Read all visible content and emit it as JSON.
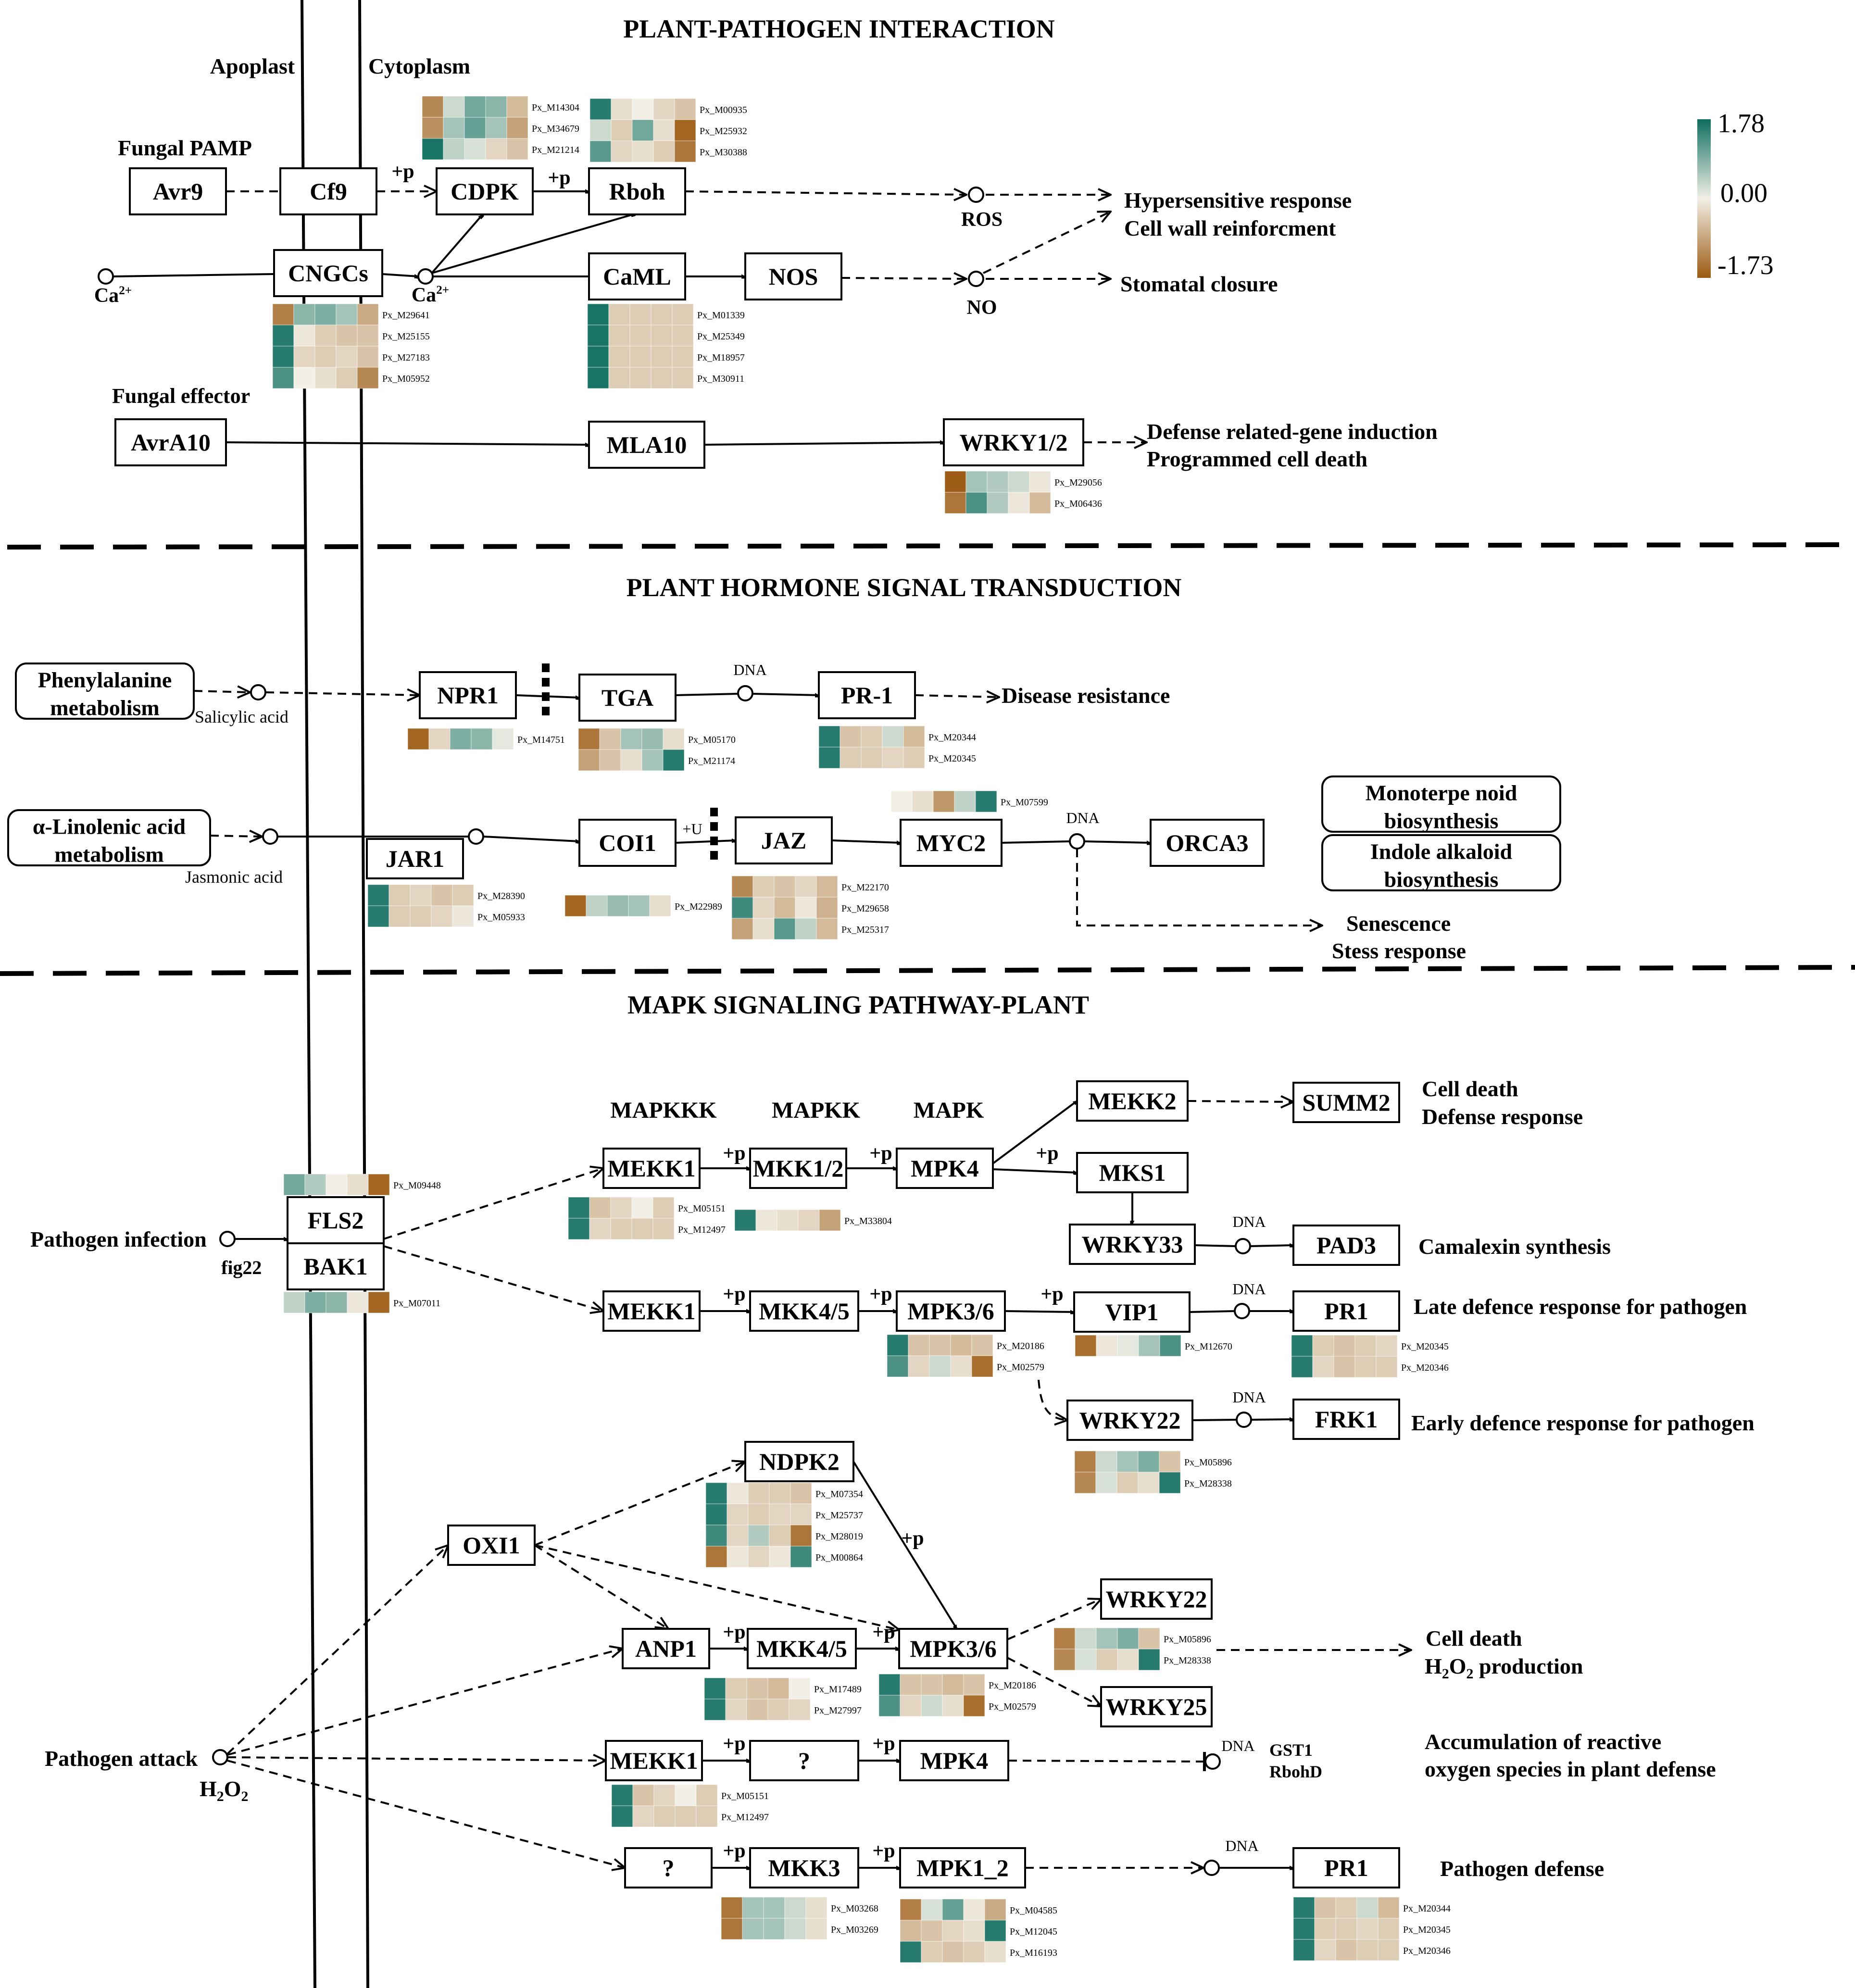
{
  "colors": {
    "high": "#0f6e60",
    "mid": "#f2efe6",
    "low": "#9c5a12",
    "stroke": "#000000"
  },
  "legend": {
    "max": "1.78",
    "mid": "0.00",
    "min": "-1.73"
  },
  "compartments": {
    "apoplast": "Apoplast",
    "cytoplasm": "Cytoplasm"
  },
  "sections": [
    {
      "id": "ppi",
      "title": "PLANT-PATHOGEN INTERACTION"
    },
    {
      "id": "hst",
      "title": "PLANT HORMONE SIGNAL TRANSDUCTION"
    },
    {
      "id": "mapk",
      "title": "MAPK SIGNALING PATHWAY-PLANT"
    }
  ],
  "nodes": [
    {
      "id": "avr9",
      "label": "Avr9"
    },
    {
      "id": "cf9",
      "label": "Cf9"
    },
    {
      "id": "cdpk",
      "label": "CDPK"
    },
    {
      "id": "rboh",
      "label": "Rboh"
    },
    {
      "id": "cngcs",
      "label": "CNGCs"
    },
    {
      "id": "caml",
      "label": "CaML"
    },
    {
      "id": "nos",
      "label": "NOS"
    },
    {
      "id": "avra10",
      "label": "AvrA10"
    },
    {
      "id": "mla10",
      "label": "MLA10"
    },
    {
      "id": "wrky12",
      "label": "WRKY1/2"
    },
    {
      "id": "phe",
      "label": "Phenylalanine metabolism"
    },
    {
      "id": "npr1",
      "label": "NPR1"
    },
    {
      "id": "tga",
      "label": "TGA"
    },
    {
      "id": "pr1a",
      "label": "PR-1"
    },
    {
      "id": "lin",
      "label": "α-Linolenic acid metabolism"
    },
    {
      "id": "jar1",
      "label": "JAR1"
    },
    {
      "id": "coi1",
      "label": "COI1"
    },
    {
      "id": "jaz",
      "label": "JAZ"
    },
    {
      "id": "myc2",
      "label": "MYC2"
    },
    {
      "id": "orca3",
      "label": "ORCA3"
    },
    {
      "id": "mono",
      "label": "Monoterpe noid biosynthesis"
    },
    {
      "id": "indole",
      "label": "Indole alkaloid biosynthesis"
    },
    {
      "id": "fls2",
      "label": "FLS2"
    },
    {
      "id": "bak1",
      "label": "BAK1"
    },
    {
      "id": "mekk1a",
      "label": "MEKK1"
    },
    {
      "id": "mkk12",
      "label": "MKK1/2"
    },
    {
      "id": "mpk4a",
      "label": "MPK4"
    },
    {
      "id": "mekk2",
      "label": "MEKK2"
    },
    {
      "id": "summ2",
      "label": "SUMM2"
    },
    {
      "id": "mks1",
      "label": "MKS1"
    },
    {
      "id": "wrky33",
      "label": "WRKY33"
    },
    {
      "id": "pad3",
      "label": "PAD3"
    },
    {
      "id": "mekk1b",
      "label": "MEKK1"
    },
    {
      "id": "mkk45a",
      "label": "MKK4/5"
    },
    {
      "id": "mpk36a",
      "label": "MPK3/6"
    },
    {
      "id": "vip1",
      "label": "VIP1"
    },
    {
      "id": "pr1b",
      "label": "PR1"
    },
    {
      "id": "wrky22a",
      "label": "WRKY22"
    },
    {
      "id": "frk1",
      "label": "FRK1"
    },
    {
      "id": "ndpk2",
      "label": "NDPK2"
    },
    {
      "id": "oxi1",
      "label": "OXI1"
    },
    {
      "id": "anp1",
      "label": "ANP1"
    },
    {
      "id": "mkk45b",
      "label": "MKK4/5"
    },
    {
      "id": "mpk36b",
      "label": "MPK3/6"
    },
    {
      "id": "wrky22b",
      "label": "WRKY22"
    },
    {
      "id": "wrky25",
      "label": "WRKY25"
    },
    {
      "id": "mekk1c",
      "label": "MEKK1"
    },
    {
      "id": "q1",
      "label": "?"
    },
    {
      "id": "mpk4b",
      "label": "MPK4"
    },
    {
      "id": "q2",
      "label": "?"
    },
    {
      "id": "mkk3",
      "label": "MKK3"
    },
    {
      "id": "mpk12",
      "label": "MPK1_2"
    },
    {
      "id": "pr1c",
      "label": "PR1"
    }
  ],
  "texts": [
    {
      "id": "t_fpamp",
      "text": "Fungal PAMP"
    },
    {
      "id": "t_feff",
      "text": "Fungal effector"
    },
    {
      "id": "t_p1",
      "text": "+p"
    },
    {
      "id": "t_p2",
      "text": "+p"
    },
    {
      "id": "t_ca1",
      "text": "Ca"
    },
    {
      "id": "t_ca2",
      "text": "Ca"
    },
    {
      "id": "t_ros",
      "text": "ROS"
    },
    {
      "id": "t_no",
      "text": "NO"
    },
    {
      "id": "t_hyp",
      "text": "Hypersensitive response"
    },
    {
      "id": "t_cwr",
      "text": "Cell wall reinforcment"
    },
    {
      "id": "t_sto",
      "text": "Stomatal closure"
    },
    {
      "id": "t_drg",
      "text": "Defense related-gene induction"
    },
    {
      "id": "t_pcd",
      "text": "Programmed cell death"
    },
    {
      "id": "t_sal",
      "text": "Salicylic acid"
    },
    {
      "id": "t_dna1",
      "text": "DNA"
    },
    {
      "id": "t_dis",
      "text": "Disease resistance"
    },
    {
      "id": "t_jas",
      "text": "Jasmonic acid"
    },
    {
      "id": "t_u",
      "text": "+U"
    },
    {
      "id": "t_dna2",
      "text": "DNA"
    },
    {
      "id": "t_sen",
      "text": "Senescence"
    },
    {
      "id": "t_str",
      "text": "Stess response"
    },
    {
      "id": "t_mapkkk",
      "text": "MAPKKK"
    },
    {
      "id": "t_mapkk",
      "text": "MAPKK"
    },
    {
      "id": "t_mapk",
      "text": "MAPK"
    },
    {
      "id": "t_path",
      "text": "Pathogen infection"
    },
    {
      "id": "t_fig22",
      "text": "fig22"
    },
    {
      "id": "t_p3",
      "text": "+p"
    },
    {
      "id": "t_p4",
      "text": "+p"
    },
    {
      "id": "t_p5",
      "text": "+p"
    },
    {
      "id": "t_cd1",
      "text": "Cell death"
    },
    {
      "id": "t_dr1",
      "text": "Defense response"
    },
    {
      "id": "t_dna3",
      "text": "DNA"
    },
    {
      "id": "t_cam",
      "text": "Camalexin synthesis"
    },
    {
      "id": "t_p6",
      "text": "+p"
    },
    {
      "id": "t_p7",
      "text": "+p"
    },
    {
      "id": "t_p8",
      "text": "+p"
    },
    {
      "id": "t_dna4",
      "text": "DNA"
    },
    {
      "id": "t_late",
      "text": "Late defence response for pathogen"
    },
    {
      "id": "t_dna5",
      "text": "DNA"
    },
    {
      "id": "t_early",
      "text": "Early defence response for pathogen"
    },
    {
      "id": "t_p9",
      "text": "+p"
    },
    {
      "id": "t_p10",
      "text": "+p"
    },
    {
      "id": "t_p11",
      "text": "+p"
    },
    {
      "id": "t_cd2",
      "text": "Cell death"
    },
    {
      "id": "t_h2o2p",
      "text": "H2O2 production"
    },
    {
      "id": "t_patt",
      "text": "Pathogen attack"
    },
    {
      "id": "t_h2o2",
      "text": "H2O2"
    },
    {
      "id": "t_p12",
      "text": "+p"
    },
    {
      "id": "t_p13",
      "text": "+p"
    },
    {
      "id": "t_dna6",
      "text": "DNA"
    },
    {
      "id": "t_gst1",
      "text": "GST1"
    },
    {
      "id": "t_rbohd",
      "text": "RbohD"
    },
    {
      "id": "t_acc1",
      "text": "Accumulation of reactive"
    },
    {
      "id": "t_acc2",
      "text": "oxygen species in plant defense"
    },
    {
      "id": "t_p14",
      "text": "+p"
    },
    {
      "id": "t_p15",
      "text": "+p"
    },
    {
      "id": "t_dna7",
      "text": "DNA"
    },
    {
      "id": "t_pdef",
      "text": "Pathogen defense"
    }
  ],
  "heatmaps": [
    {
      "id": "hm_cdpk",
      "rows": [
        {
          "gene": "Px_M14304",
          "values": [
            -1.2,
            0.3,
            1.0,
            0.8,
            -0.6
          ]
        },
        {
          "gene": "Px_M34679",
          "values": [
            -1.1,
            0.6,
            1.1,
            0.6,
            -0.9
          ]
        },
        {
          "gene": "Px_M21214",
          "values": [
            1.7,
            0.4,
            0.2,
            -0.3,
            -0.5
          ]
        }
      ]
    },
    {
      "id": "hm_rboh",
      "rows": [
        {
          "gene": "Px_M00935",
          "values": [
            1.6,
            -0.2,
            0.0,
            -0.3,
            -0.5
          ]
        },
        {
          "gene": "Px_M25932",
          "values": [
            0.3,
            -0.4,
            1.0,
            -0.2,
            -1.6
          ]
        },
        {
          "gene": "Px_M30388",
          "values": [
            1.2,
            -0.3,
            -0.2,
            -0.4,
            -1.4
          ]
        }
      ]
    },
    {
      "id": "hm_cngcs",
      "rows": [
        {
          "gene": "Px_M29641",
          "values": [
            -1.3,
            0.8,
            0.9,
            0.6,
            -0.8
          ]
        },
        {
          "gene": "Px_M25155",
          "values": [
            1.6,
            -0.1,
            -0.4,
            -0.5,
            -0.5
          ]
        },
        {
          "gene": "Px_M27183",
          "values": [
            1.6,
            -0.3,
            -0.4,
            -0.3,
            -0.5
          ]
        },
        {
          "gene": "Px_M05952",
          "values": [
            1.3,
            0.0,
            -0.2,
            -0.4,
            -1.2
          ]
        }
      ]
    },
    {
      "id": "hm_caml",
      "rows": [
        {
          "gene": "Px_M01339",
          "values": [
            1.7,
            -0.4,
            -0.4,
            -0.4,
            -0.4
          ]
        },
        {
          "gene": "Px_M25349",
          "values": [
            1.7,
            -0.4,
            -0.4,
            -0.4,
            -0.4
          ]
        },
        {
          "gene": "Px_M18957",
          "values": [
            1.7,
            -0.4,
            -0.4,
            -0.4,
            -0.4
          ]
        },
        {
          "gene": "Px_M30911",
          "values": [
            1.7,
            -0.4,
            -0.4,
            -0.4,
            -0.4
          ]
        }
      ]
    },
    {
      "id": "hm_wrky12",
      "rows": [
        {
          "gene": "Px_M29056",
          "values": [
            -1.7,
            0.6,
            0.5,
            0.3,
            -0.1
          ]
        },
        {
          "gene": "Px_M06436",
          "values": [
            -1.4,
            1.3,
            0.5,
            -0.1,
            -0.6
          ]
        }
      ]
    },
    {
      "id": "hm_npr1",
      "rows": [
        {
          "gene": "Px_M14751",
          "values": [
            -1.6,
            -0.3,
            0.9,
            0.8,
            0.1
          ]
        }
      ]
    },
    {
      "id": "hm_tga",
      "rows": [
        {
          "gene": "Px_M05170",
          "values": [
            -1.4,
            -0.5,
            0.6,
            0.7,
            -0.2
          ]
        },
        {
          "gene": "Px_M21174",
          "values": [
            -0.9,
            -0.5,
            -0.2,
            0.6,
            1.6
          ]
        }
      ]
    },
    {
      "id": "hm_pr1a",
      "rows": [
        {
          "gene": "Px_M20344",
          "values": [
            1.6,
            -0.5,
            -0.4,
            0.3,
            -0.6
          ]
        },
        {
          "gene": "Px_M20345",
          "values": [
            1.6,
            -0.4,
            -0.4,
            -0.3,
            -0.4
          ]
        }
      ]
    },
    {
      "id": "hm_myc2",
      "rows": [
        {
          "gene": "Px_M07599",
          "values": [
            0.0,
            -0.2,
            -1.0,
            0.4,
            1.6
          ]
        }
      ]
    },
    {
      "id": "hm_jar1",
      "rows": [
        {
          "gene": "Px_M28390",
          "values": [
            1.6,
            -0.4,
            -0.3,
            -0.5,
            -0.4
          ]
        },
        {
          "gene": "Px_M05933",
          "values": [
            1.6,
            -0.4,
            -0.4,
            -0.3,
            -0.1
          ]
        }
      ]
    },
    {
      "id": "hm_coi1",
      "rows": [
        {
          "gene": "Px_M22989",
          "values": [
            -1.6,
            0.4,
            0.7,
            0.6,
            -0.2
          ]
        }
      ]
    },
    {
      "id": "hm_jaz",
      "rows": [
        {
          "gene": "Px_M22170",
          "values": [
            -1.2,
            -0.4,
            -0.5,
            -0.3,
            -0.6
          ]
        },
        {
          "gene": "Px_M29658",
          "values": [
            1.4,
            -0.3,
            -0.6,
            -0.1,
            -0.7
          ]
        },
        {
          "gene": "Px_M25317",
          "values": [
            -0.9,
            -0.2,
            1.2,
            0.4,
            -0.6
          ]
        }
      ]
    },
    {
      "id": "hm_fls2",
      "rows": [
        {
          "gene": "Px_M09448",
          "values": [
            1.0,
            0.5,
            0.0,
            -0.2,
            -1.6
          ]
        }
      ]
    },
    {
      "id": "hm_bak1",
      "rows": [
        {
          "gene": "Px_M07011",
          "values": [
            0.4,
            0.9,
            0.8,
            -0.1,
            -1.6
          ]
        }
      ]
    },
    {
      "id": "hm_mekk1a",
      "rows": [
        {
          "gene": "Px_M05151",
          "values": [
            1.6,
            -0.5,
            -0.3,
            0.0,
            -0.4
          ]
        },
        {
          "gene": "Px_M12497",
          "values": [
            1.6,
            -0.3,
            -0.4,
            -0.4,
            -0.4
          ]
        }
      ]
    },
    {
      "id": "hm_mkk12",
      "rows": [
        {
          "gene": "Px_M33804",
          "values": [
            1.6,
            -0.1,
            -0.2,
            -0.3,
            -0.9
          ]
        }
      ]
    },
    {
      "id": "hm_mpk36a",
      "rows": [
        {
          "gene": "Px_M20186",
          "values": [
            1.6,
            -0.5,
            -0.5,
            -0.6,
            -0.5
          ]
        },
        {
          "gene": "Px_M02579",
          "values": [
            1.3,
            -0.3,
            0.3,
            -0.2,
            -1.5
          ]
        }
      ]
    },
    {
      "id": "hm_vip1",
      "rows": [
        {
          "gene": "Px_M12670",
          "values": [
            -1.5,
            -0.1,
            0.1,
            0.6,
            1.3
          ]
        }
      ]
    },
    {
      "id": "hm_pr1b",
      "rows": [
        {
          "gene": "Px_M20345",
          "values": [
            1.6,
            -0.4,
            -0.5,
            -0.4,
            -0.3
          ]
        },
        {
          "gene": "Px_M20346",
          "values": [
            1.6,
            -0.3,
            -0.5,
            -0.4,
            -0.4
          ]
        }
      ]
    },
    {
      "id": "hm_wrky22a",
      "rows": [
        {
          "gene": "Px_M05896",
          "values": [
            -1.3,
            0.3,
            0.6,
            0.9,
            -0.5
          ]
        },
        {
          "gene": "Px_M28338",
          "values": [
            -1.2,
            0.2,
            -0.4,
            -0.2,
            1.6
          ]
        }
      ]
    },
    {
      "id": "hm_ndpk2",
      "rows": [
        {
          "gene": "Px_M07354",
          "values": [
            1.6,
            -0.1,
            -0.4,
            -0.4,
            -0.5
          ]
        },
        {
          "gene": "Px_M25737",
          "values": [
            1.6,
            -0.3,
            -0.4,
            -0.3,
            -0.3
          ]
        },
        {
          "gene": "Px_M28019",
          "values": [
            1.4,
            -0.3,
            0.5,
            -0.4,
            -1.4
          ]
        },
        {
          "gene": "Px_M00864",
          "values": [
            -1.4,
            -0.1,
            -0.3,
            -0.1,
            1.4
          ]
        }
      ]
    },
    {
      "id": "hm_wrky22b",
      "rows": [
        {
          "gene": "Px_M05896",
          "values": [
            -1.3,
            0.3,
            0.6,
            0.9,
            -0.5
          ]
        },
        {
          "gene": "Px_M28338",
          "values": [
            -1.2,
            0.2,
            -0.4,
            -0.2,
            1.6
          ]
        }
      ]
    },
    {
      "id": "hm_anp1",
      "rows": [
        {
          "gene": "Px_M17489",
          "values": [
            1.6,
            -0.4,
            -0.5,
            -0.6,
            0.0
          ]
        },
        {
          "gene": "Px_M27997",
          "values": [
            1.6,
            -0.3,
            -0.5,
            -0.4,
            -0.3
          ]
        }
      ]
    },
    {
      "id": "hm_mpk36b",
      "rows": [
        {
          "gene": "Px_M20186",
          "values": [
            1.6,
            -0.5,
            -0.5,
            -0.6,
            -0.5
          ]
        },
        {
          "gene": "Px_M02579",
          "values": [
            1.3,
            -0.3,
            0.3,
            -0.2,
            -1.5
          ]
        }
      ]
    },
    {
      "id": "hm_mekk1c",
      "rows": [
        {
          "gene": "Px_M05151",
          "values": [
            1.6,
            -0.5,
            -0.3,
            0.0,
            -0.4
          ]
        },
        {
          "gene": "Px_M12497",
          "values": [
            1.6,
            -0.3,
            -0.4,
            -0.4,
            -0.4
          ]
        }
      ]
    },
    {
      "id": "hm_mkk3",
      "rows": [
        {
          "gene": "Px_M03268",
          "values": [
            -1.4,
            0.6,
            0.6,
            0.3,
            -0.2
          ]
        },
        {
          "gene": "Px_M03269",
          "values": [
            -1.4,
            0.6,
            0.6,
            0.3,
            -0.2
          ]
        }
      ]
    },
    {
      "id": "hm_mpk12",
      "rows": [
        {
          "gene": "Px_M04585",
          "values": [
            -1.3,
            0.2,
            1.1,
            -0.1,
            -0.8
          ]
        },
        {
          "gene": "Px_M12045",
          "values": [
            -0.6,
            -0.5,
            -0.3,
            -0.2,
            1.6
          ]
        },
        {
          "gene": "Px_M16193",
          "values": [
            1.6,
            -0.4,
            -0.5,
            -0.4,
            -0.2
          ]
        }
      ]
    },
    {
      "id": "hm_pr1c",
      "rows": [
        {
          "gene": "Px_M20344",
          "values": [
            1.6,
            -0.5,
            -0.4,
            0.3,
            -0.6
          ]
        },
        {
          "gene": "Px_M20345",
          "values": [
            1.6,
            -0.4,
            -0.4,
            -0.3,
            -0.4
          ]
        },
        {
          "gene": "Px_M20346",
          "values": [
            1.6,
            -0.3,
            -0.5,
            -0.4,
            -0.4
          ]
        }
      ]
    }
  ]
}
